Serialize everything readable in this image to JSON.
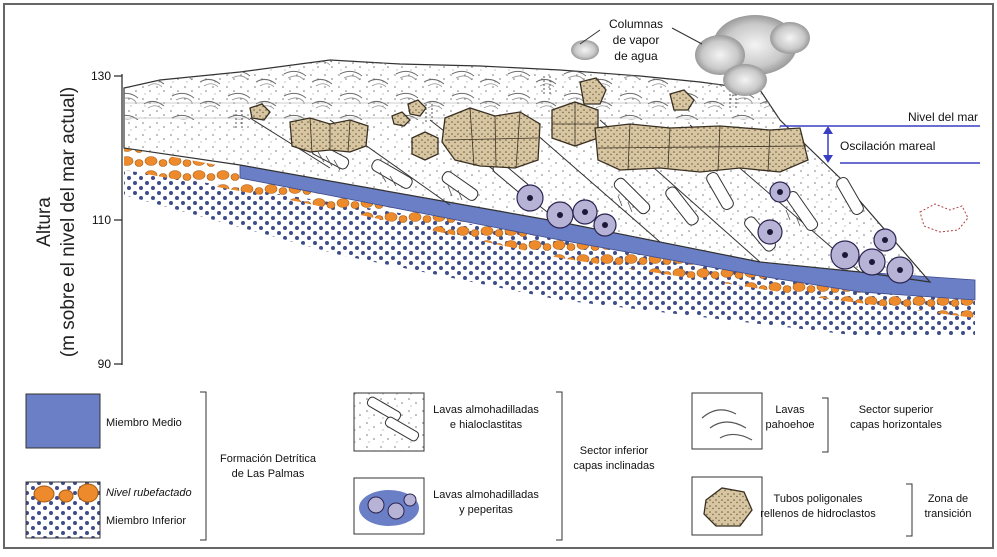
{
  "axis": {
    "title_line1": "Altura",
    "title_line2": "(m sobre el nivel del mar actual)",
    "ticks": [
      {
        "value": 130,
        "label": "130"
      },
      {
        "value": 110,
        "label": "110"
      },
      {
        "value": 90,
        "label": "90"
      }
    ]
  },
  "annotations": {
    "steam": [
      "Columnas",
      "de vapor",
      "de agua"
    ],
    "sea_level": "Nivel del mar",
    "tidal_oscillation": "Oscilación mareal"
  },
  "legend": {
    "miembro_medio": "Miembro Medio",
    "nivel_rubefactado": "Nivel rubefactado",
    "miembro_inferior": "Miembro Inferior",
    "formacion": [
      "Formación Detrítica",
      "de Las Palmas"
    ],
    "lavas_hialoclastitas": [
      "Lavas almohadilladas",
      "e hialoclastitas"
    ],
    "lavas_peperitas": [
      "Lavas almohadilladas",
      "y peperitas"
    ],
    "sector_inferior": [
      "Sector inferior",
      "capas inclinadas"
    ],
    "lavas_pahoehoe": [
      "Lavas",
      "pahoehoe"
    ],
    "sector_superior": [
      "Sector superior",
      "capas horizontales"
    ],
    "tubos": [
      "Tubos poligonales",
      "rellenos de hidroclastos"
    ],
    "zona_transicion": [
      "Zona de",
      "transición"
    ]
  },
  "colors": {
    "miembro_medio": "#6b7fc6",
    "orange_clasts": "#ec8a2c",
    "blue_dots": "#3f4c8a",
    "tube_fill": "#d8c6a2",
    "sea_level_line": "#3a3ec2"
  }
}
